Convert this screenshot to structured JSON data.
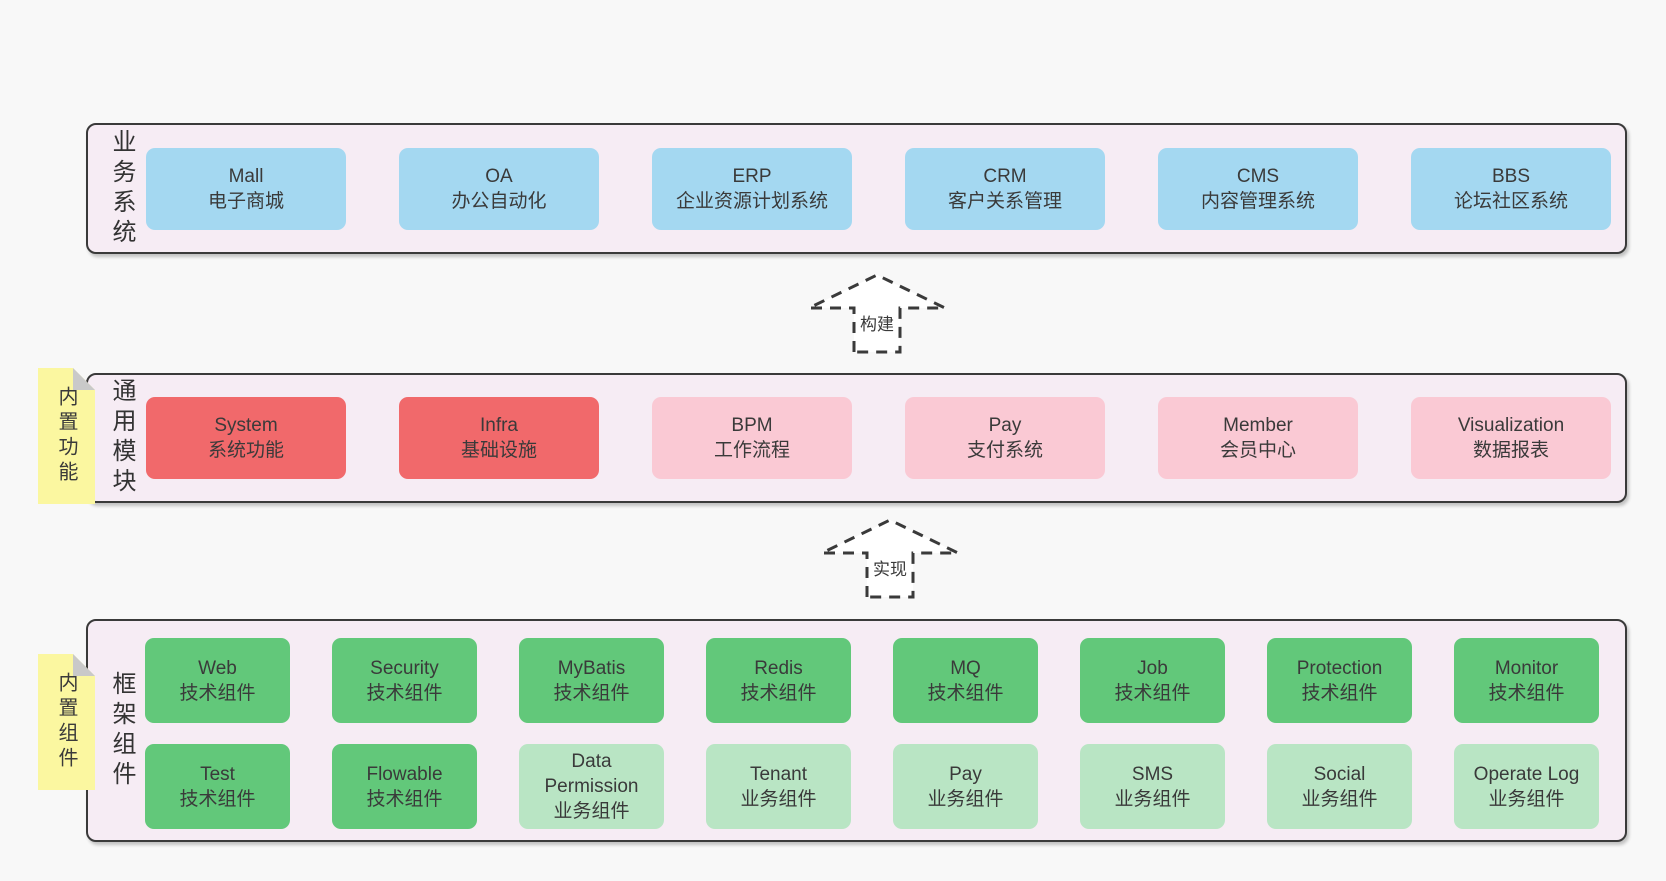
{
  "colors": {
    "page_bg": "#f8f8f8",
    "panel_bg": "#f6ecf4",
    "panel_border": "#3a3a3a",
    "blue": "#a4d8f1",
    "red": "#f1696b",
    "pink": "#fac9d4",
    "green": "#62c87a",
    "light_green": "#b9e5c4",
    "sticky_yellow": "#fbf7a0",
    "text": "#3a3a3a"
  },
  "arrows": {
    "build": "构建",
    "implement": "实现"
  },
  "layers": {
    "business": {
      "label": "业务系统",
      "boxes": [
        {
          "en": "Mall",
          "cn": "电子商城"
        },
        {
          "en": "OA",
          "cn": "办公自动化"
        },
        {
          "en": "ERP",
          "cn": "企业资源计划系统"
        },
        {
          "en": "CRM",
          "cn": "客户关系管理"
        },
        {
          "en": "CMS",
          "cn": "内容管理系统"
        },
        {
          "en": "BBS",
          "cn": "论坛社区系统"
        }
      ]
    },
    "modules": {
      "label": "通用模块",
      "sticky": "内置功能",
      "boxes": [
        {
          "en": "System",
          "cn": "系统功能"
        },
        {
          "en": "Infra",
          "cn": "基础设施"
        },
        {
          "en": "BPM",
          "cn": "工作流程"
        },
        {
          "en": "Pay",
          "cn": "支付系统"
        },
        {
          "en": "Member",
          "cn": "会员中心"
        },
        {
          "en": "Visualization",
          "cn": "数据报表"
        }
      ]
    },
    "components": {
      "label": "框架组件",
      "sticky": "内置组件",
      "row1": [
        {
          "en": "Web",
          "cn": "技术组件"
        },
        {
          "en": "Security",
          "cn": "技术组件"
        },
        {
          "en": "MyBatis",
          "cn": "技术组件"
        },
        {
          "en": "Redis",
          "cn": "技术组件"
        },
        {
          "en": "MQ",
          "cn": "技术组件"
        },
        {
          "en": "Job",
          "cn": "技术组件"
        },
        {
          "en": "Protection",
          "cn": "技术组件"
        },
        {
          "en": "Monitor",
          "cn": "技术组件"
        }
      ],
      "row2": [
        {
          "en": "Test",
          "cn": "技术组件"
        },
        {
          "en": "Flowable",
          "cn": "技术组件"
        },
        {
          "en": "Data Permission",
          "cn": "业务组件"
        },
        {
          "en": "Tenant",
          "cn": "业务组件"
        },
        {
          "en": "Pay",
          "cn": "业务组件"
        },
        {
          "en": "SMS",
          "cn": "业务组件"
        },
        {
          "en": "Social",
          "cn": "业务组件"
        },
        {
          "en": "Operate Log",
          "cn": "业务组件"
        }
      ]
    }
  }
}
